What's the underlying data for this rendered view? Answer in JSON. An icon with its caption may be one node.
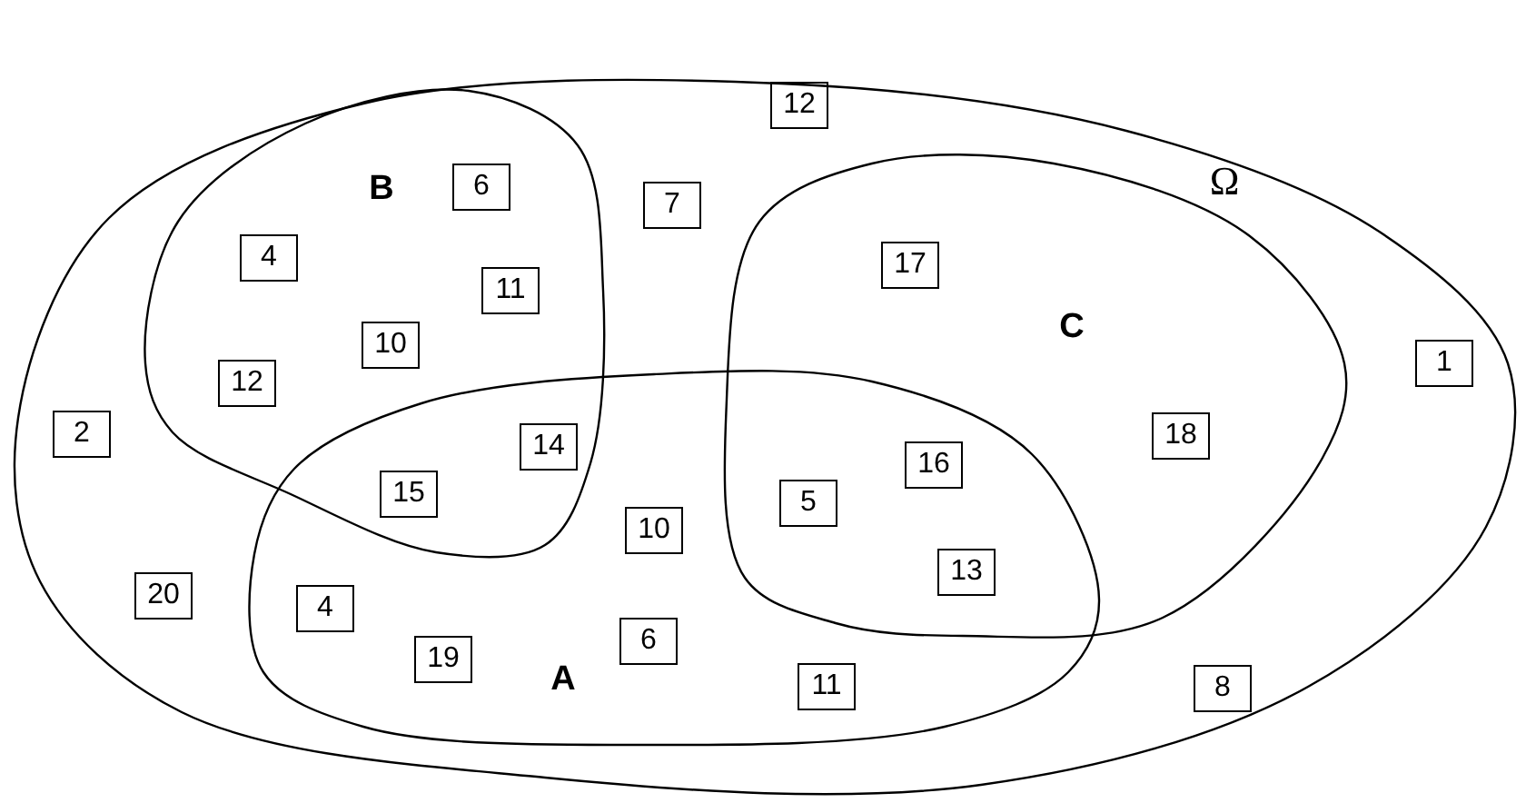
{
  "diagram": {
    "nodes": [
      {
        "text": [
          "Ω"
        ]
      },
      {
        "text": [
          "B"
        ],
        "in": 0
      },
      {
        "text": [
          "C"
        ],
        "in": 0
      },
      {
        "text": [
          "A"
        ],
        "in": 0
      },
      {
        "text": [
          "12"
        ],
        "in": 0
      },
      {
        "text": [
          "6"
        ],
        "in": 1
      },
      {
        "text": [
          "7"
        ],
        "in": 0
      },
      {
        "text": [
          "4"
        ],
        "in": 1
      },
      {
        "text": [
          "17"
        ],
        "in": 2
      },
      {
        "text": [
          "11"
        ],
        "in": 1
      },
      {
        "text": [
          "10"
        ],
        "in": 1
      },
      {
        "text": [
          "1"
        ],
        "in": 0
      },
      {
        "text": [
          "12"
        ],
        "in": 1
      },
      {
        "text": [
          "2"
        ],
        "in": 0
      },
      {
        "text": [
          "18"
        ],
        "in": 2
      },
      {
        "text": [
          "14"
        ]
      },
      {
        "text": [
          "16"
        ]
      },
      {
        "text": [
          "15"
        ]
      },
      {
        "text": [
          "5"
        ]
      },
      {
        "text": [
          "10"
        ],
        "in": 3
      },
      {
        "text": [
          "13"
        ]
      },
      {
        "text": [
          "20"
        ],
        "in": 0
      },
      {
        "text": [
          "4"
        ],
        "in": 3
      },
      {
        "text": [
          "6"
        ],
        "in": 3
      },
      {
        "text": [
          "19"
        ],
        "in": 3
      },
      {
        "text": [
          "11"
        ],
        "in": 3
      },
      {
        "text": [
          "8"
        ],
        "in": 0
      }
    ]
  }
}
